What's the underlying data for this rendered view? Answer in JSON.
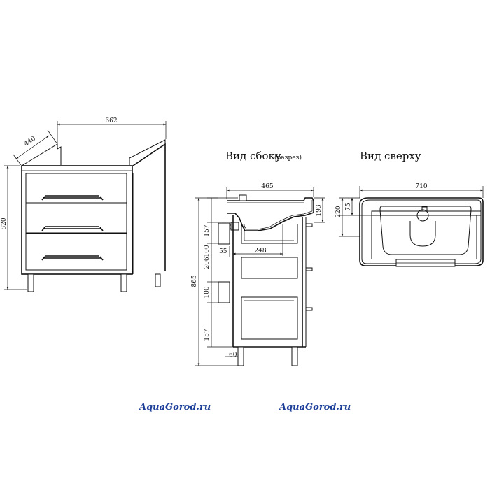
{
  "front_view": {
    "width": "662",
    "depth": "440",
    "height": "820"
  },
  "side_view": {
    "caption": "Вид сбоку",
    "caption_note": "(разрез)",
    "depth": "465",
    "top_section": "193",
    "total_height": "865",
    "drawer_top": "157",
    "drawer_mid": "206",
    "drawer_bottom": "157",
    "pipe_upper": "100",
    "pipe_lower": "100",
    "pipe_offset": "55",
    "inner_depth": "248",
    "leg_offset": "60"
  },
  "top_view": {
    "caption": "Вид сверху",
    "width": "710",
    "depth": "220",
    "edge": "75"
  },
  "watermarks": [
    "AquaGorod.ru",
    "AquaGorod.ru"
  ]
}
